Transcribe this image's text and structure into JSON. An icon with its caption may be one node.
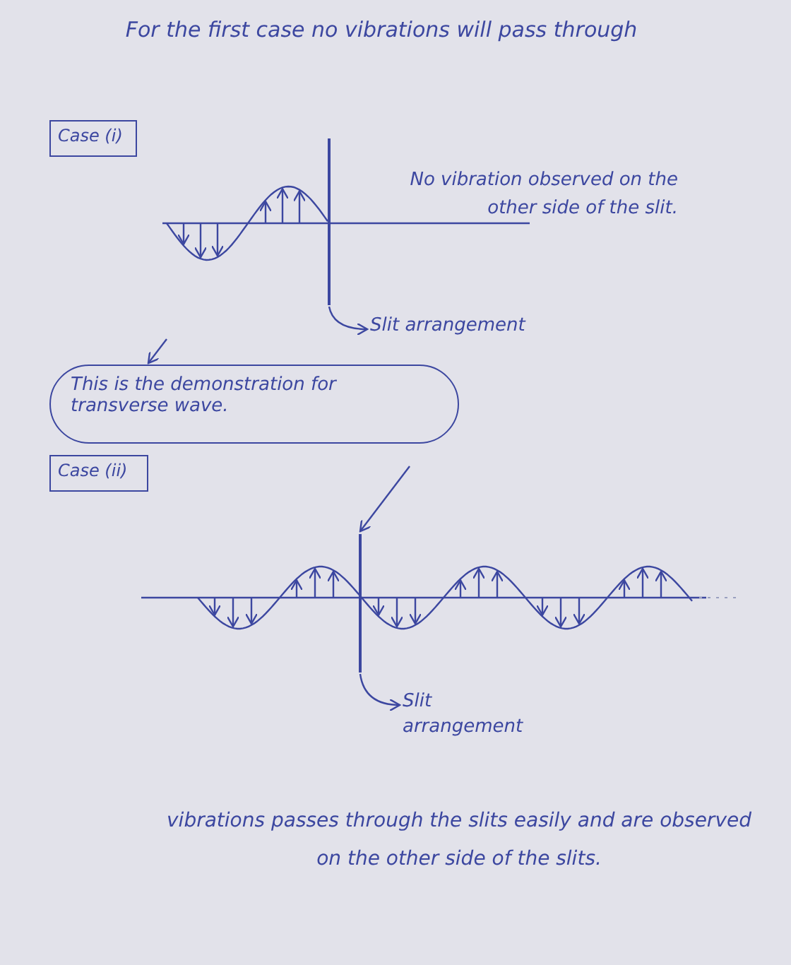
{
  "diagram": {
    "title": "For the first case no vibrations will pass through",
    "nodes": [
      {
        "text": [
          "Case (i)"
        ]
      },
      {
        "text": [],
        "shape": "bar"
      },
      {
        "text": [
          "Slit arrangement"
        ]
      },
      {
        "text": [
          "This is the demonstration for transverse wave."
        ]
      },
      {
        "text": [
          "Case (ii)"
        ]
      },
      {
        "text": [],
        "shape": "bar"
      },
      {
        "text": [
          "Slit arrangement"
        ]
      }
    ],
    "edges": [
      {
        "from": 1,
        "to": 2,
        "arrow": "to"
      },
      {
        "from": null,
        "to": 3,
        "arrow": "to"
      },
      {
        "from": null,
        "to": 5,
        "arrow": "to"
      },
      {
        "from": 5,
        "to": 6,
        "arrow": "to"
      }
    ],
    "labels": [
      "No vibration observed on the other side of the slit.",
      "vibrations passes through the slits easily and are observed on the other side of the slits."
    ]
  }
}
